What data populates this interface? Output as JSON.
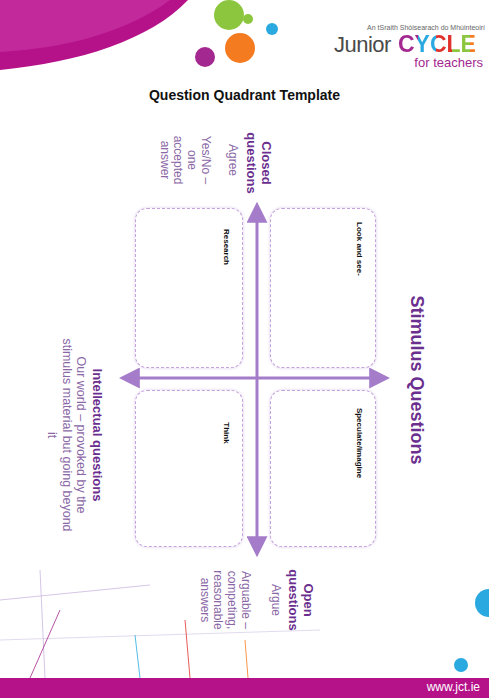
{
  "diagram": {
    "title": "Question Quadrant Template",
    "nodes": [
      {
        "text": [
          "Look and see-"
        ]
      },
      {
        "text": [
          "Research"
        ]
      },
      {
        "text": [
          "Speculate/imagine"
        ]
      },
      {
        "text": [
          "Think"
        ]
      }
    ],
    "labels": [
      "An tSraith Shóisearach do Mhúinteoirí",
      "Junior",
      "CYCLE",
      "for teachers",
      "Closed questions",
      "Agree",
      "Yes/No – one accepted answer",
      "Stimulus Questions",
      "Intellectual questions",
      "Our world – provoked by the stimulus material but going beyond it",
      "Open questions",
      "Argue",
      "Arguable – competing, reasonable answers",
      "www.jct.ie"
    ]
  }
}
